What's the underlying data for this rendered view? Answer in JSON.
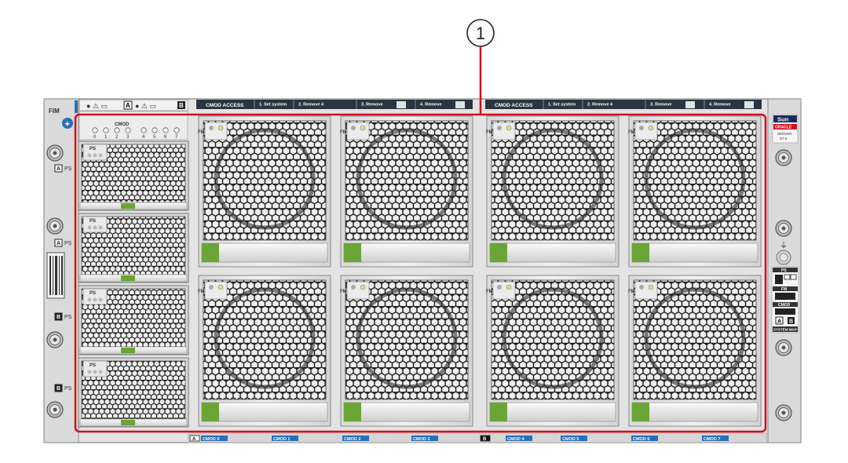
{
  "callout": {
    "number": "1"
  },
  "top_left_indicators": {
    "a_box": "A",
    "b_box": "B"
  },
  "fim_label": "FIM",
  "cmod_leds": {
    "title": "CMOD",
    "numbers": [
      "0",
      "1",
      "2",
      "3",
      "4",
      "5",
      "6",
      "7"
    ]
  },
  "banner_left": {
    "title": "CMOD ACCESS",
    "steps": [
      "1. Set system",
      "2. Remove 4",
      "3. Remove",
      "4. Remove"
    ]
  },
  "banner_right": {
    "title": "CMOD ACCESS",
    "steps": [
      "1. Set system",
      "2. Remove 4",
      "3. Remove",
      "4. Remove"
    ]
  },
  "psu": {
    "label": "PS",
    "side_labels": [
      "A PS",
      "A PS",
      "B PS",
      "B PS"
    ],
    "side_letters": [
      "A",
      "A",
      "B",
      "B"
    ]
  },
  "fan_label": "FM",
  "cmod_bottom": {
    "labels": [
      "CMOD 0",
      "CMOD 1",
      "CMOD 2",
      "CMOD 3",
      "CMOD 4",
      "CMOD 5",
      "CMOD 6",
      "CMOD 7"
    ],
    "group_letters": [
      "A",
      "B"
    ]
  },
  "right_panel": {
    "brand": "Sun",
    "oracle": "ORACLE",
    "server_line1": "SERVER",
    "server_line2": "X7-8",
    "ps_label": "PS",
    "fm_label": "FM",
    "cmod_label": "CMOD",
    "system_map": "SYSTEM MAP",
    "ab_letters": [
      "A",
      "B"
    ]
  },
  "colors": {
    "callout_red": "#d0101e",
    "fan_green": "#6aa535",
    "label_blue": "#2a6fb5",
    "banner_dark": "#2b3440"
  }
}
